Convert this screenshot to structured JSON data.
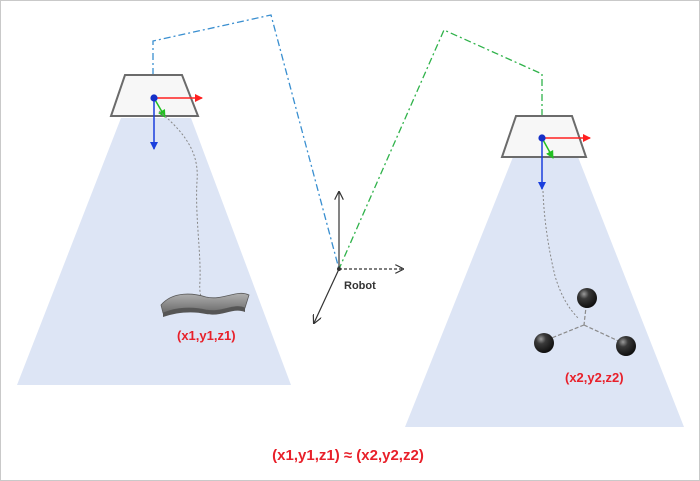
{
  "camera_left": {
    "target_label": "(x1,y1,z1)"
  },
  "camera_right": {
    "target_label": "(x2,y2,z2)"
  },
  "robot": {
    "label": "Robot"
  },
  "equation": {
    "text": "(x1,y1,z1) ≈ (x2,y2,z2)"
  },
  "colors": {
    "view_cone": "#dde5f5",
    "camera_body_fill": "#f7f7f7",
    "camera_body_stroke": "#6b6b6b",
    "link_left": "#3a8fd0",
    "link_right": "#2fb24a",
    "axis_x": "#ff2020",
    "axis_y": "#22c022",
    "axis_z": "#1a3fdd",
    "origin_dot": "#1530c8",
    "robot_axes": "#333333",
    "label_red": "#e8202a",
    "object_gray": "#8a8a8a",
    "ball_dark": "#2a2a2a"
  }
}
